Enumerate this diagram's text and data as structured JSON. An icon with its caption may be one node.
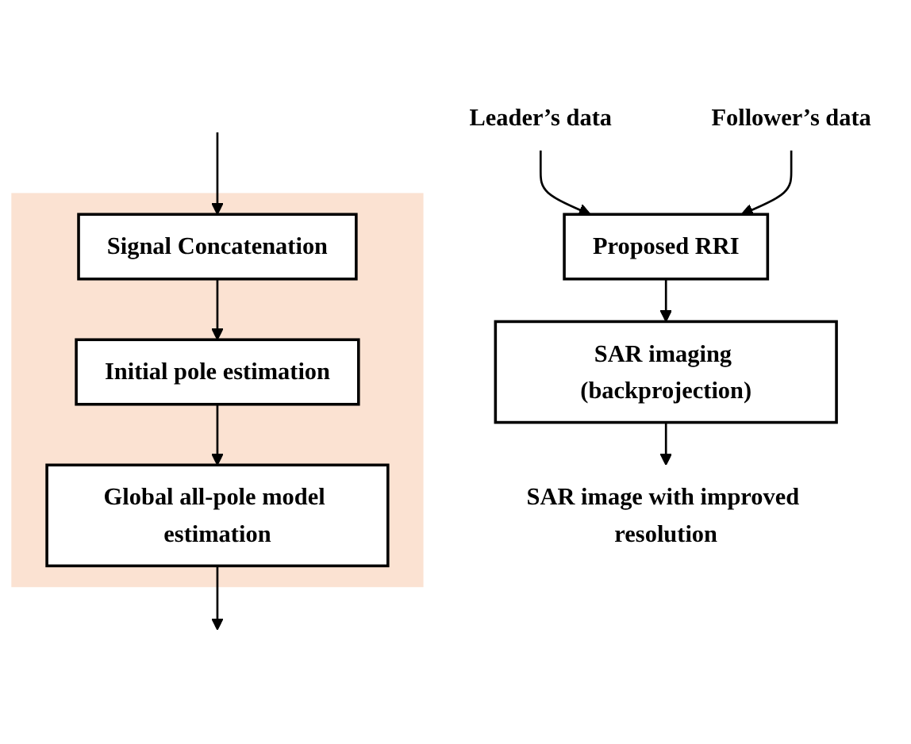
{
  "diagram": {
    "nodes": [
      {
        "text": [
          "Leader’s data"
        ]
      },
      {
        "text": [
          "Follower’s data"
        ]
      },
      {
        "text": [
          "Proposed RRI"
        ]
      },
      {
        "text": [
          "SAR imaging (backprojection)"
        ]
      },
      {
        "text": [
          "SAR image with improved resolution"
        ]
      },
      {
        "text": [],
        "shape": "box"
      },
      {
        "text": [
          "Signal Concatenation"
        ],
        "in": 5
      },
      {
        "text": [
          "Initial pole estimation"
        ],
        "in": 5
      },
      {
        "text": [
          "Global all-pole model estimation"
        ],
        "in": 5
      }
    ],
    "edges": [
      {
        "from": 0,
        "to": 2,
        "arrow": "to"
      },
      {
        "from": 1,
        "to": 2,
        "arrow": "to"
      },
      {
        "from": 2,
        "to": 3,
        "arrow": "to"
      },
      {
        "from": 3,
        "to": 4,
        "arrow": "to"
      },
      {
        "from": null,
        "to": 6,
        "arrow": "to"
      },
      {
        "from": 6,
        "to": 7,
        "arrow": "to"
      },
      {
        "from": 7,
        "to": 8,
        "arrow": "to"
      },
      {
        "from": 8,
        "to": null,
        "arrow": "to"
      }
    ]
  }
}
